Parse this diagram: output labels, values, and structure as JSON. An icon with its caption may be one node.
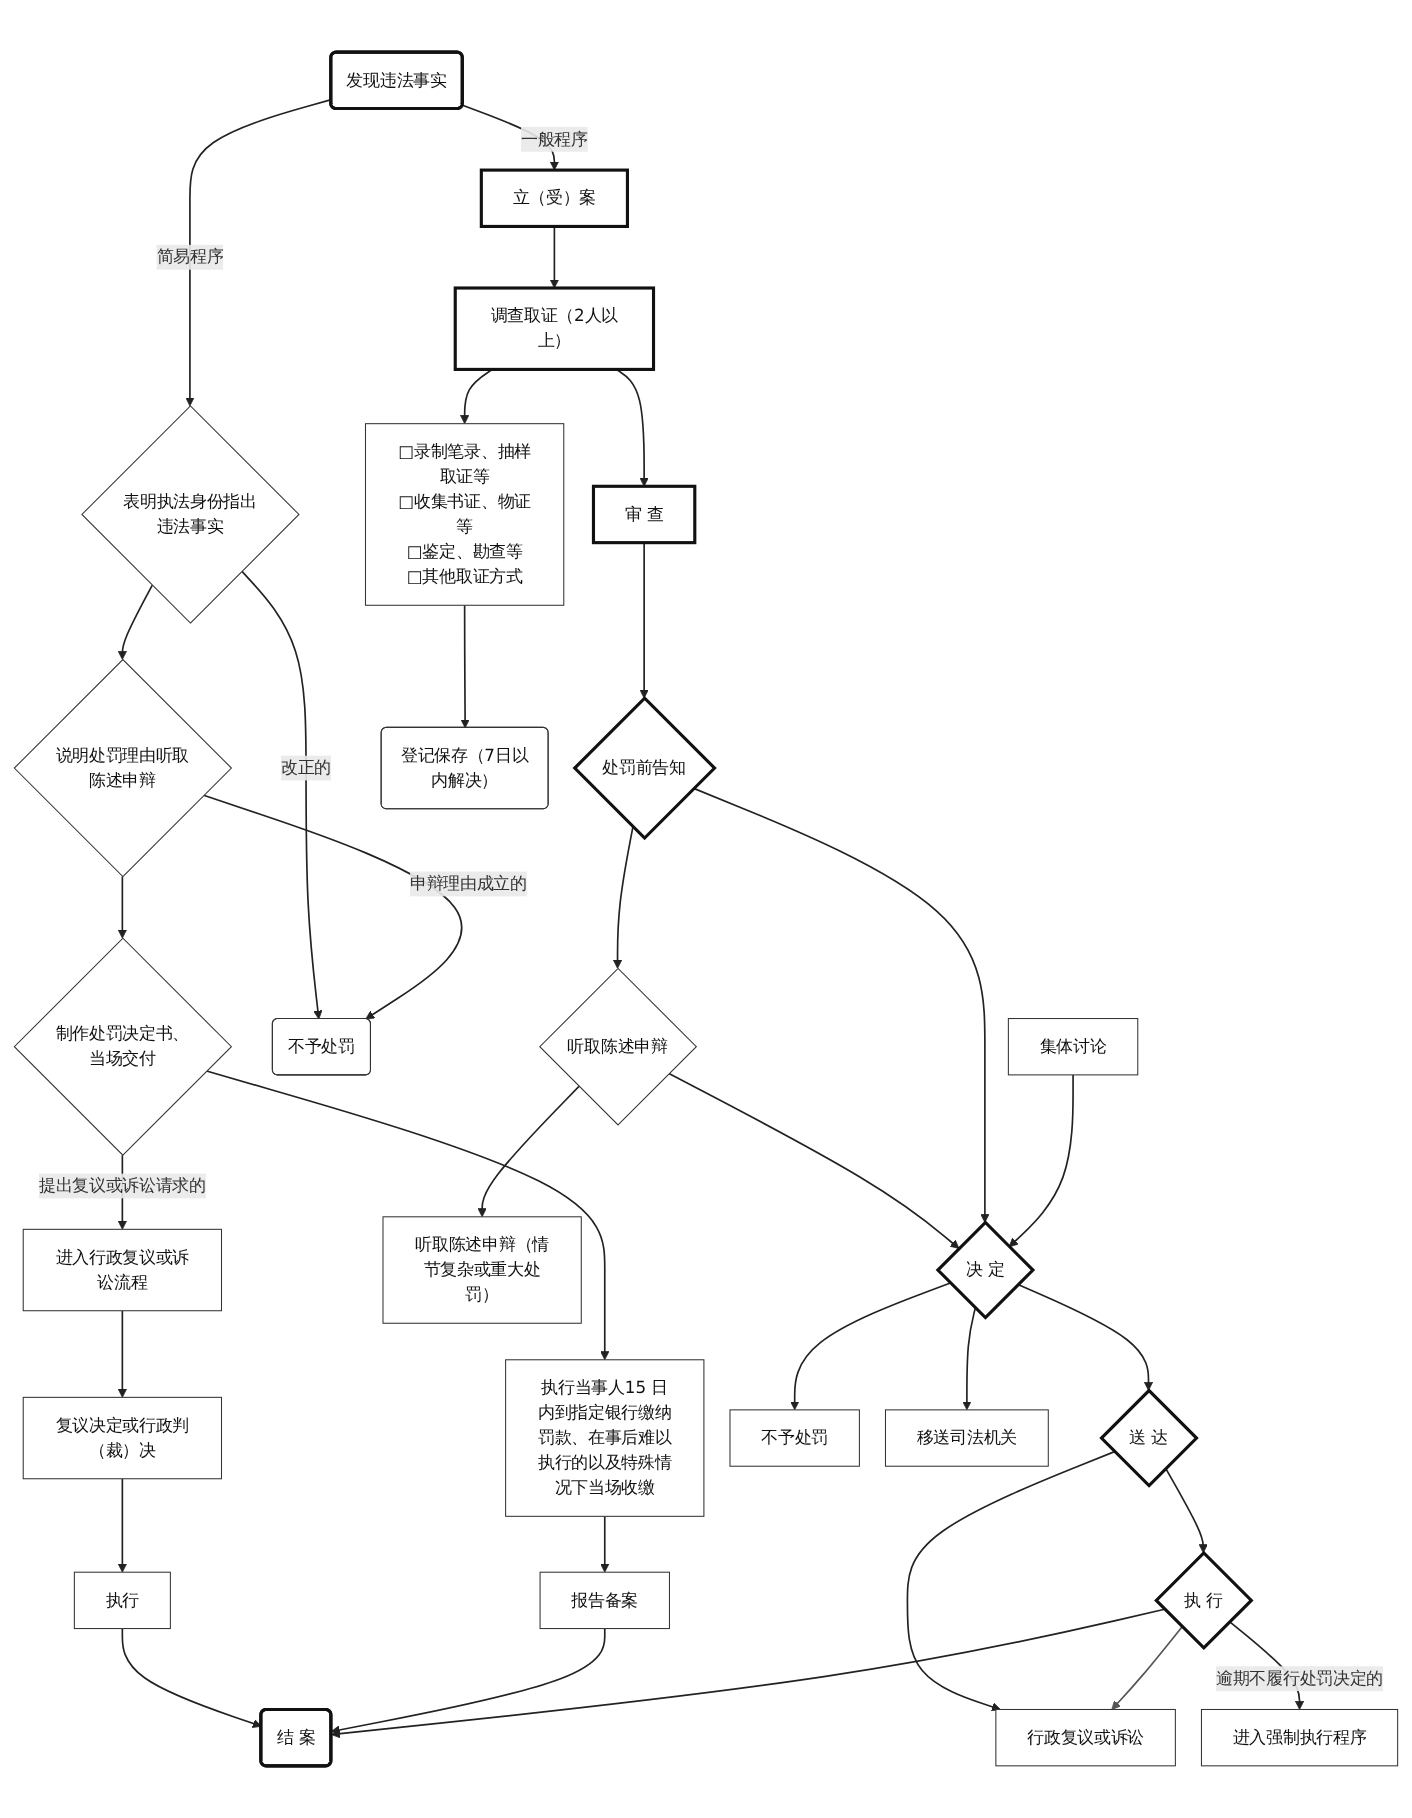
{
  "diagram": {
    "nodes": [
      {
        "text": [
          "发现违法事实"
        ]
      },
      {
        "text": [
          "表明执法身份指出违法事实"
        ]
      },
      {
        "text": [
          "不予处罚"
        ]
      },
      {
        "text": [
          "说明处罚理由听取陈述申辩"
        ]
      },
      {
        "text": [
          "进入行政复议或诉讼流程"
        ]
      },
      {
        "text": [
          "制作处罚决定书、当场交付"
        ]
      },
      {
        "text": [
          "复议决定或行政判（裁）决"
        ]
      },
      {
        "text": [
          "执行当事人15 日内到指定银行缴纳罚款、在事后难以执行的以及特殊情况下当场收缴"
        ]
      },
      {
        "text": [
          "执行"
        ]
      },
      {
        "text": [
          "报告备案"
        ]
      },
      {
        "text": [
          "立（受）案"
        ]
      },
      {
        "text": [
          "调查取证（2人以上）"
        ]
      },
      {
        "text": [
          "□录制笔录、抽样取证等",
          "□收集书证、物证等",
          "□鉴定、勘查等",
          "□其他取证方式"
        ]
      },
      {
        "text": [
          "登记保存（7日以内解决）"
        ]
      },
      {
        "text": [
          "审 查"
        ]
      },
      {
        "text": [
          "处罚前告知"
        ]
      },
      {
        "text": [
          "听取陈述申辩"
        ]
      },
      {
        "text": [
          "听取陈述申辩（情节复杂或重大处罚）"
        ]
      },
      {
        "text": [
          "集体讨论"
        ]
      },
      {
        "text": [
          "决 定"
        ]
      },
      {
        "text": [
          "不予处罚"
        ]
      },
      {
        "text": [
          "移送司法机关"
        ]
      },
      {
        "text": [
          "送 达"
        ]
      },
      {
        "text": [
          "行政复议或诉讼"
        ]
      },
      {
        "text": [
          "执 行"
        ]
      },
      {
        "text": [
          "进入强制执行程序"
        ]
      },
      {
        "text": [
          "结 案"
        ]
      }
    ],
    "edges": [
      {
        "from": 0,
        "to": 1,
        "arrow": "to",
        "label": "简易程序"
      },
      {
        "from": 0,
        "to": 10,
        "arrow": "to",
        "label": "一般程序"
      },
      {
        "from": 1,
        "to": 2,
        "arrow": "to",
        "label": "改正的"
      },
      {
        "from": 1,
        "to": 3,
        "arrow": "to"
      },
      {
        "from": 3,
        "to": 2,
        "arrow": "to",
        "label": "申辩理由成立的"
      },
      {
        "from": 3,
        "to": 5,
        "arrow": "to"
      },
      {
        "from": 5,
        "to": 4,
        "arrow": "to",
        "label": "提出复议或诉讼请求的"
      },
      {
        "from": 5,
        "to": 7,
        "arrow": "to"
      },
      {
        "from": 4,
        "to": 6,
        "arrow": "to"
      },
      {
        "from": 6,
        "to": 8,
        "arrow": "to"
      },
      {
        "from": 7,
        "to": 9,
        "arrow": "to"
      },
      {
        "from": 8,
        "to": 26,
        "arrow": "to"
      },
      {
        "from": 9,
        "to": 26,
        "arrow": "to"
      },
      {
        "from": 10,
        "to": 11,
        "arrow": "to"
      },
      {
        "from": 11,
        "to": 12,
        "arrow": "to"
      },
      {
        "from": 12,
        "to": 13,
        "arrow": "to"
      },
      {
        "from": 11,
        "to": 14,
        "arrow": "to"
      },
      {
        "from": 14,
        "to": 15,
        "arrow": "to"
      },
      {
        "from": 15,
        "to": 16,
        "arrow": "to"
      },
      {
        "from": 16,
        "to": 17,
        "arrow": "to"
      },
      {
        "from": 16,
        "to": 19,
        "arrow": "to"
      },
      {
        "from": 15,
        "to": 19,
        "arrow": "to"
      },
      {
        "from": 18,
        "to": 19,
        "arrow": "to"
      },
      {
        "from": 19,
        "to": 20,
        "arrow": "to"
      },
      {
        "from": 19,
        "to": 21,
        "arrow": "to"
      },
      {
        "from": 19,
        "to": 22,
        "arrow": "to"
      },
      {
        "from": 22,
        "to": 23,
        "arrow": "to"
      },
      {
        "from": 22,
        "to": 24,
        "arrow": "to"
      },
      {
        "from": 24,
        "to": 23,
        "arrow": "to",
        "color": "#555555"
      },
      {
        "from": 24,
        "to": 25,
        "arrow": "to",
        "label": "逾期不履行处罚决定的"
      },
      {
        "from": 24,
        "to": 26,
        "arrow": "to"
      }
    ]
  }
}
